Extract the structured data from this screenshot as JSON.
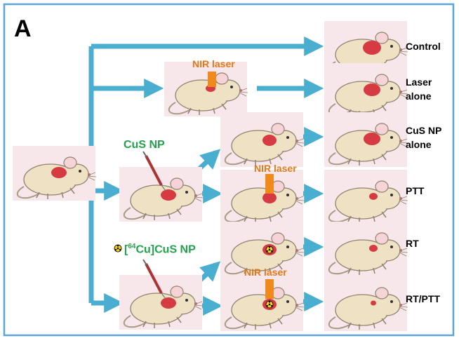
{
  "panel_letter": "A",
  "group_labels": {
    "control": "Control",
    "laser_alone_1": "Laser",
    "laser_alone_2": "alone",
    "cus_alone_1": "CuS NP",
    "cus_alone_2": "alone",
    "ptt": "PTT",
    "rt": "RT",
    "rt_ptt": "RT/PTT"
  },
  "treatment_labels": {
    "nir_laser": "NIR laser",
    "cus_np": "CuS NP",
    "cu64_mass": "64",
    "cu64_rest": "Cu]CuS NP",
    "cu64_open": "["
  },
  "colors": {
    "arrow": "#4aaed0",
    "frame": "#5ba6d6",
    "laser": "#f08a1c",
    "np_text": "#22a24a",
    "tumor": "#d63a42",
    "mouse_body": "#efe2c4",
    "mouse_bg": "#f7e6ea"
  }
}
